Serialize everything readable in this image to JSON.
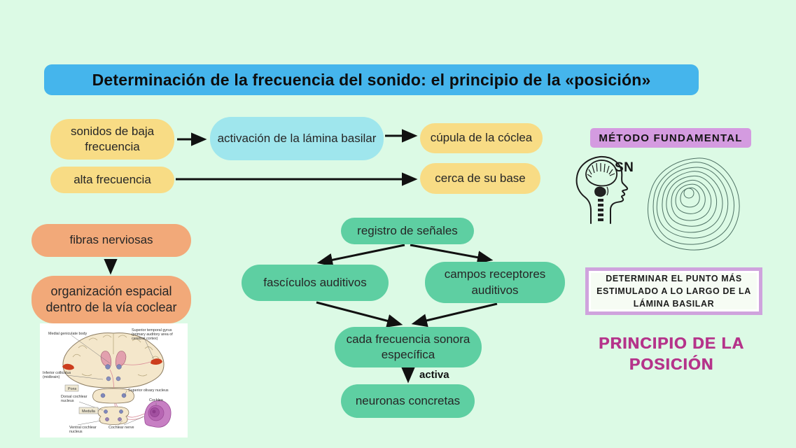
{
  "palette": {
    "background": "#dcfae5",
    "title_blue": "#45b5ec",
    "yellow": "#f8dc85",
    "cyan": "#9fe6ed",
    "orange": "#f2a979",
    "green": "#5ecfa2",
    "lavender": "#d49be0",
    "magenta": "#b5338a",
    "arrow_black": "#111111"
  },
  "title": {
    "text": "Determinación de la frecuencia del sonido: el principio de la «posición»"
  },
  "flow_top": {
    "low_freq": "sonidos de baja frecuencia",
    "activation": "activación de la lámina basilar",
    "cupula": "cúpula de la cóclea",
    "high_freq": "alta frecuencia",
    "near_base": "cerca de su base"
  },
  "flow_left": {
    "nerve_fibers": "fibras nerviosas",
    "spatial_org": "organización espacial dentro de la vía coclear"
  },
  "flow_center": {
    "signal_recording": "registro de señales",
    "auditory_fascicles": "fascículos auditivos",
    "receptor_fields": "campos receptores auditivos",
    "each_frequency": "cada frecuencia sonora específica",
    "activates_label": "activa",
    "specific_neurons": "neuronas concretas"
  },
  "right_column": {
    "method_title": "MÉTODO FUNDAMENTAL",
    "sn_label": "SN",
    "determine_text": "DETERMINAR EL PUNTO MÁS ESTIMULADO A LO LARGO DE LA LÁMINA BASILAR",
    "principle_text": "PRINCIPIO DE LA\nPOSICIÓN"
  },
  "anatomy": {
    "medial": "Medial geniculate body",
    "stg1": "Superior temporal gyrus",
    "stg2": "(primary auditory area of",
    "stg3": "cerebral cortex)",
    "inf1": "Inferior colliculus",
    "inf2": "(midbrain)",
    "pons": "Pons",
    "superior_olivary": "Superior olivary nucleus",
    "dcn1": "Dorsal cochlear",
    "dcn2": "nucleus",
    "medulla": "Medulla",
    "cochlea": "Cochlea",
    "vcn1": "Ventral cochlear",
    "vcn2": "nucleus",
    "nerve": "Cochlear nerve"
  }
}
